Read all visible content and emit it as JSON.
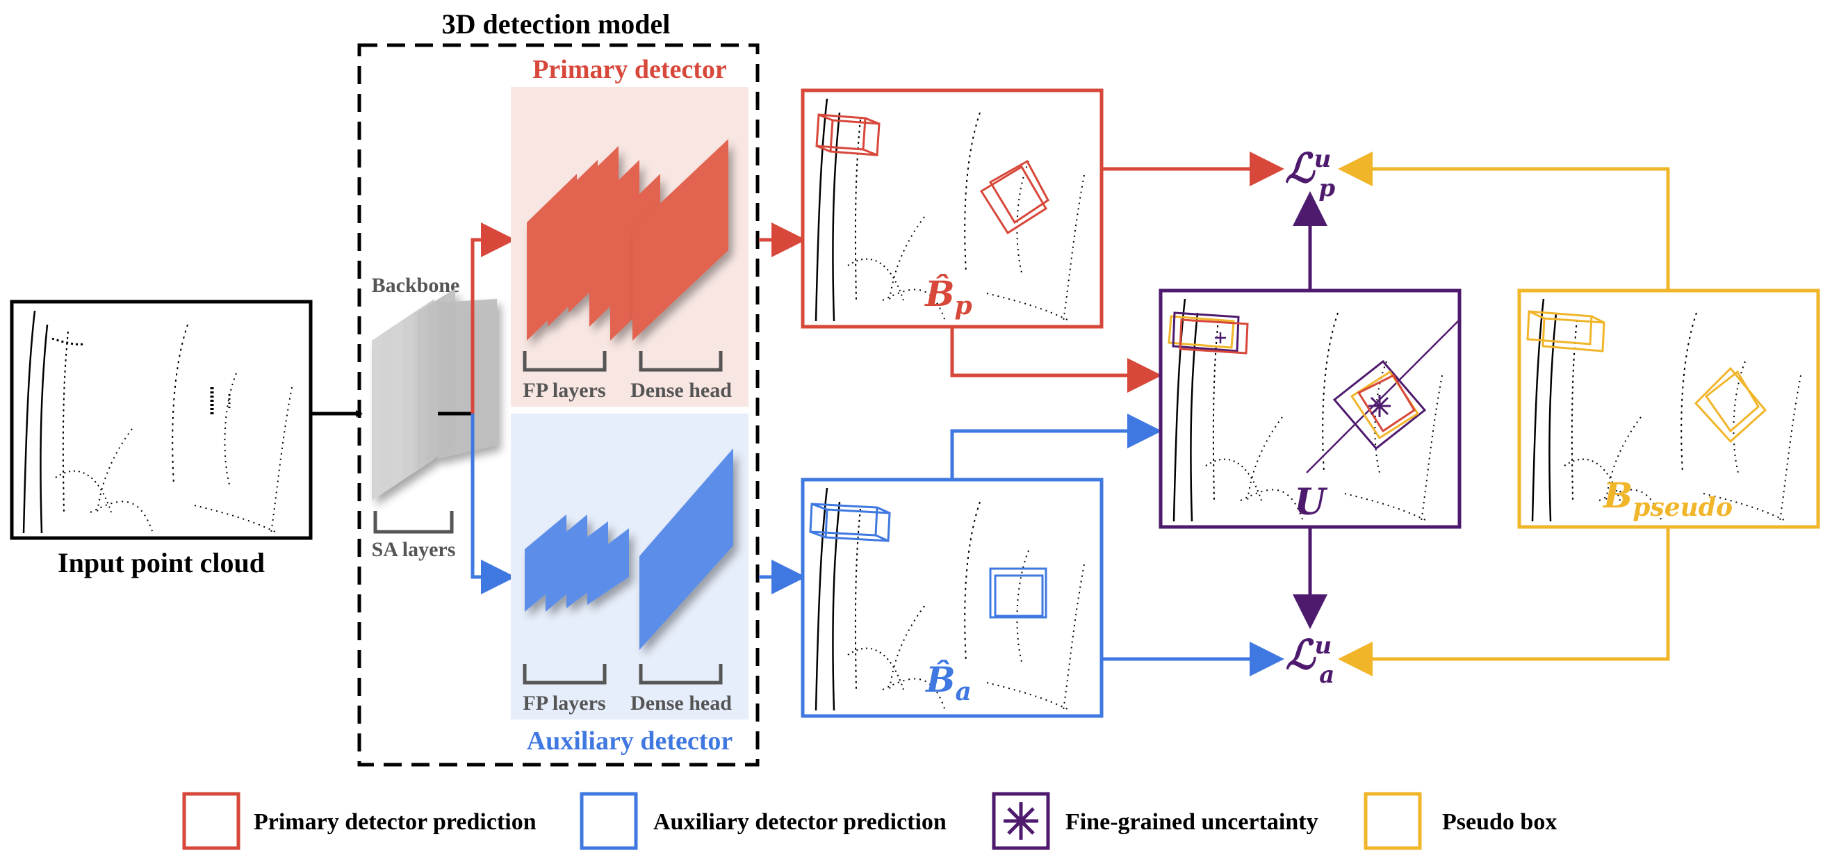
{
  "model": {
    "title": "3D detection model",
    "backbone_label": "Backbone",
    "sa_label": "SA layers",
    "primary": {
      "title": "Primary detector",
      "fp_label": "FP layers",
      "head_label": "Dense head"
    },
    "auxiliary": {
      "title": "Auxiliary detector",
      "fp_label": "FP layers",
      "head_label": "Dense head"
    }
  },
  "input": {
    "label": "Input point cloud"
  },
  "panels": {
    "bp": {
      "label": "B̂",
      "sub": "p"
    },
    "ba": {
      "label": "B̂",
      "sub": "a"
    },
    "u": {
      "label": "U"
    },
    "bpseudo": {
      "label": "B",
      "sub": "pseudo"
    }
  },
  "losses": {
    "lp": {
      "symbol": "ℒ",
      "sup": "u",
      "sub": "p"
    },
    "la": {
      "symbol": "ℒ",
      "sup": "u",
      "sub": "a"
    }
  },
  "legend": [
    {
      "label": "Primary detector prediction",
      "color": "#d7473a"
    },
    {
      "label": "Auxiliary detector prediction",
      "color": "#3f78e0"
    },
    {
      "label": "Fine-grained uncertainty",
      "color": "#4e1a6e"
    },
    {
      "label": "Pseudo box",
      "color": "#f1b52a"
    }
  ],
  "colors": {
    "primary": "#d7473a",
    "auxiliary": "#3f78e0",
    "uncertainty": "#4e1a6e",
    "pseudo": "#f1b52a",
    "primary_bg": "#f8e6e2",
    "auxiliary_bg": "#e6eefb",
    "layer_gray": "#c8c8c8"
  }
}
